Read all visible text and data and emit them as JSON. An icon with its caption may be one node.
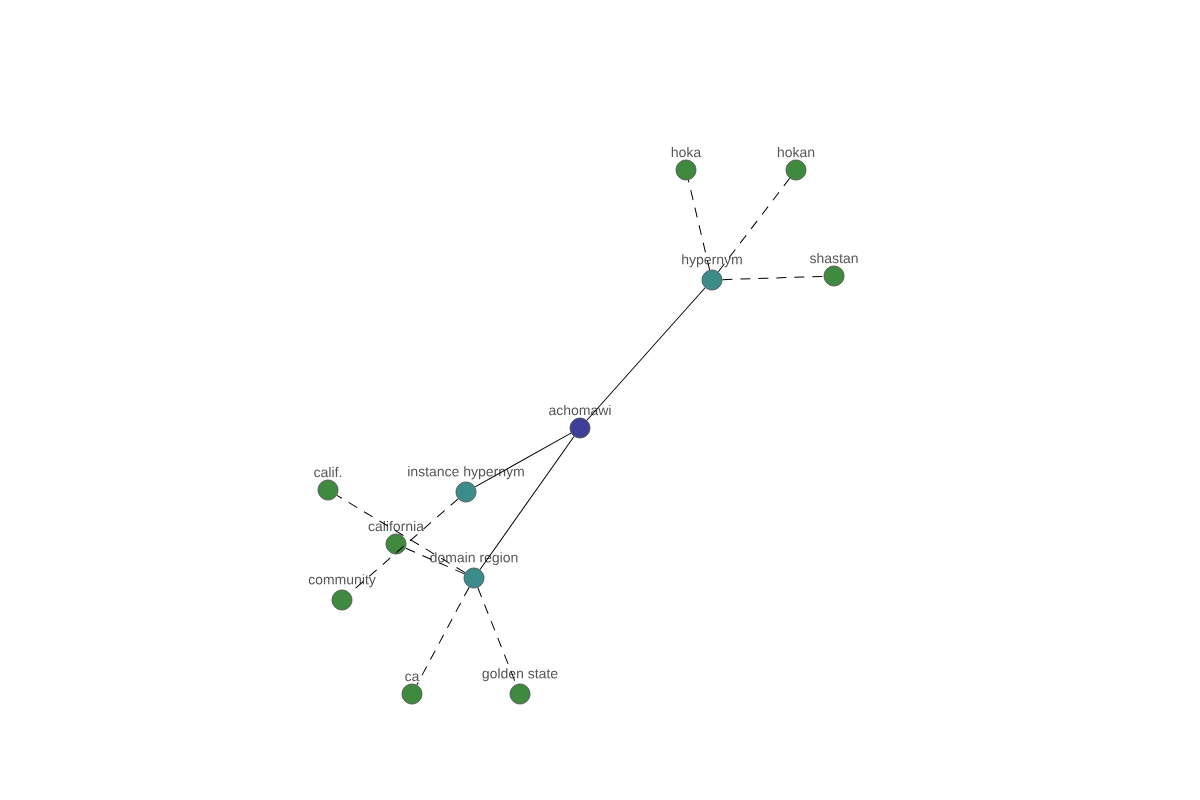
{
  "diagram": {
    "nodes": [
      {
        "text": [
          "achomawi"
        ]
      },
      {
        "text": [
          "hypernym"
        ]
      },
      {
        "text": [
          "instance hypernym"
        ]
      },
      {
        "text": [
          "domain region"
        ]
      },
      {
        "text": [
          "hoka"
        ]
      },
      {
        "text": [
          "hokan"
        ]
      },
      {
        "text": [
          "shastan"
        ]
      },
      {
        "text": [
          "calif."
        ]
      },
      {
        "text": [
          "california"
        ]
      },
      {
        "text": [
          "community"
        ]
      },
      {
        "text": [
          "ca"
        ]
      },
      {
        "text": [
          "golden state"
        ]
      }
    ],
    "edges": [
      {
        "from": 0,
        "to": 1,
        "arrow": "none"
      },
      {
        "from": 0,
        "to": 2,
        "arrow": "none"
      },
      {
        "from": 0,
        "to": 3,
        "arrow": "none"
      },
      {
        "from": 1,
        "to": 4,
        "arrow": "none",
        "style": "dashed"
      },
      {
        "from": 1,
        "to": 5,
        "arrow": "none",
        "style": "dashed"
      },
      {
        "from": 1,
        "to": 6,
        "arrow": "none",
        "style": "dashed"
      },
      {
        "from": 2,
        "to": 9,
        "arrow": "none",
        "style": "dashed"
      },
      {
        "from": 3,
        "to": 7,
        "arrow": "none",
        "style": "dashed"
      },
      {
        "from": 3,
        "to": 8,
        "arrow": "none",
        "style": "dashed"
      },
      {
        "from": 3,
        "to": 10,
        "arrow": "none",
        "style": "dashed"
      },
      {
        "from": 3,
        "to": 11,
        "arrow": "none",
        "style": "dashed"
      }
    ]
  }
}
